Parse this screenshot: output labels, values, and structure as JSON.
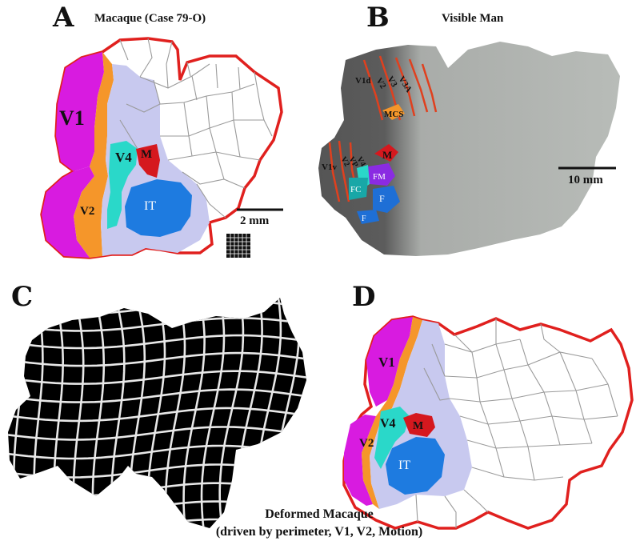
{
  "panels": {
    "a": {
      "letter": "A",
      "title": "Macaque (Case 79-O)",
      "labels": {
        "v1": "V1",
        "v2": "V2",
        "v4": "V4",
        "m": "M",
        "it": "IT"
      },
      "scale_bar": "2 mm"
    },
    "b": {
      "letter": "B",
      "title": "Visible Man",
      "labels": {
        "v1d": "V1d",
        "v2d": "V2",
        "v3d": "V3",
        "v3a": "V3A",
        "mcs": "MCS",
        "m": "M",
        "v1v": "V1v",
        "v2v": "V2",
        "vp": "VP",
        "v4": "V4",
        "fm": "FM",
        "fc": "FC",
        "f": "F",
        "f2": "F"
      },
      "scale_bar": "10 mm"
    },
    "c": {
      "letter": "C"
    },
    "d": {
      "letter": "D",
      "labels": {
        "v1": "V1",
        "v2": "V2",
        "v4": "V4",
        "m": "M",
        "it": "IT"
      }
    }
  },
  "caption": {
    "line1": "Deformed Macaque",
    "line2": "(driven by perimeter, V1, V2, Motion)"
  },
  "colors": {
    "perimeter": "#e0201e",
    "v1": "#d81be0",
    "v2": "#f5962a",
    "v4": "#2ad8c9",
    "motion": "#d5181e",
    "it": "#1e7be0",
    "surround": "#c8c9ef",
    "fm": "#8a2be2",
    "human_dark": "#5b5b5b",
    "human_light": "#b5b9b6"
  }
}
